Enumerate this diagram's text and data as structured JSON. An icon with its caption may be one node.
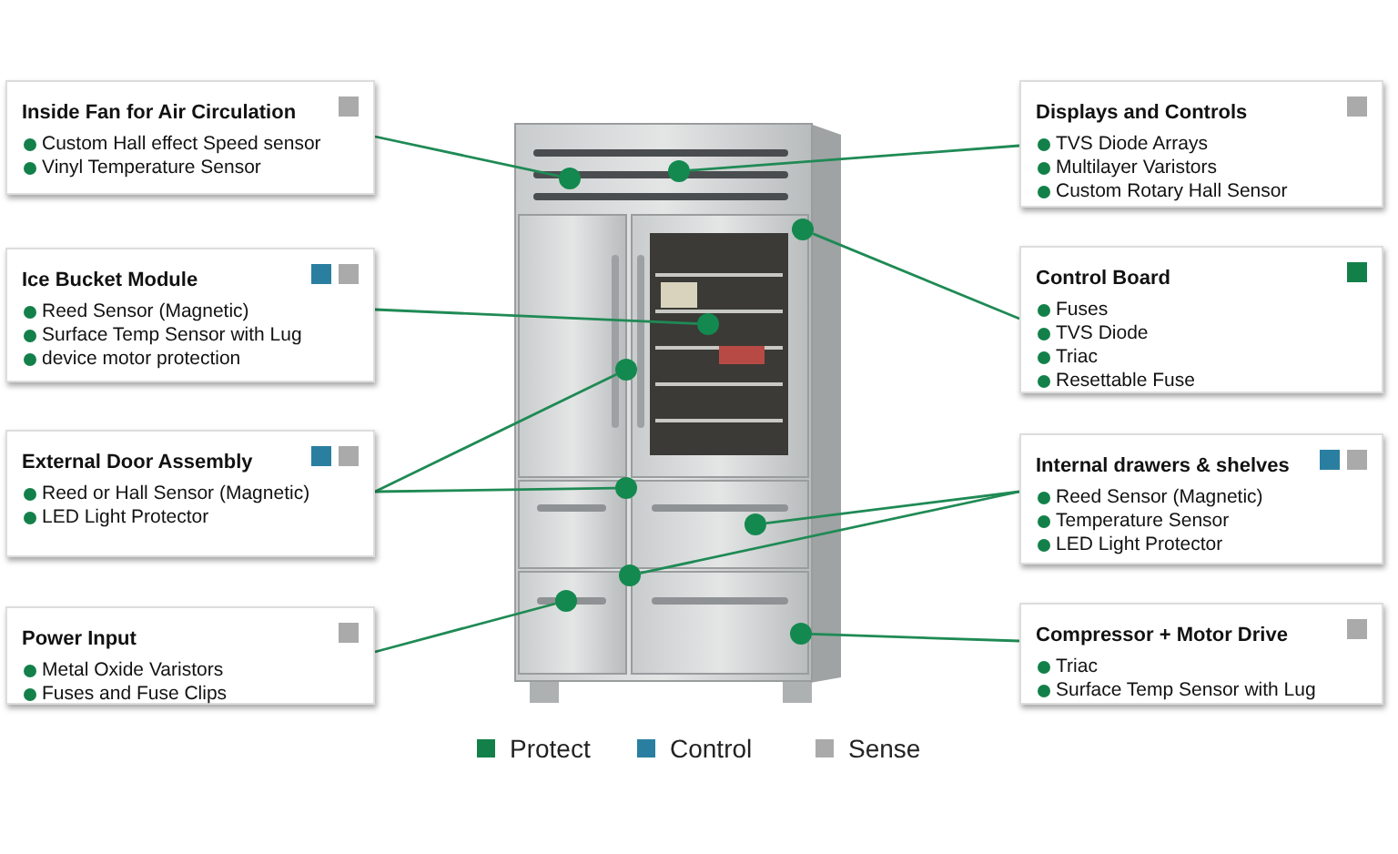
{
  "diagram": {
    "nodes": [
      {
        "text": [
          "Inside Fan for Air Circulation",
          "Custom Hall effect Speed sensor",
          "Vinyl Temperature Sensor"
        ]
      },
      {
        "text": [
          "Displays and Controls",
          "TVS Diode Arrays",
          "Multilayer Varistors",
          "Custom Rotary Hall Sensor"
        ]
      },
      {
        "text": [
          "Ice Bucket Module",
          "Reed Sensor (Magnetic)",
          "Surface Temp Sensor with Lug",
          "device motor protection"
        ]
      },
      {
        "text": [
          "Control Board",
          "Fuses",
          "TVS Diode",
          "Triac",
          "Resettable Fuse"
        ]
      },
      {
        "text": [
          "External Door Assembly",
          "Reed or Hall Sensor (Magnetic)",
          "LED Light Protector"
        ]
      },
      {
        "text": [
          "Internal drawers & shelves",
          "Reed Sensor (Magnetic)",
          "Temperature Sensor",
          "LED Light Protector"
        ]
      },
      {
        "text": [
          "Power Input",
          "Metal Oxide Varistors",
          "Fuses and Fuse Clips"
        ]
      },
      {
        "text": [
          "Compressor + Motor Drive",
          "Triac",
          "Surface Temp Sensor with Lug"
        ]
      },
      {
        "text": [],
        "shape": "circle"
      },
      {
        "text": [],
        "shape": "circle"
      },
      {
        "text": [],
        "shape": "circle"
      },
      {
        "text": [],
        "shape": "circle"
      },
      {
        "text": [],
        "shape": "circle"
      },
      {
        "text": [],
        "shape": "circle"
      },
      {
        "text": [],
        "shape": "circle"
      },
      {
        "text": [],
        "shape": "circle"
      },
      {
        "text": [],
        "shape": "circle"
      },
      {
        "text": [],
        "shape": "circle"
      }
    ],
    "edges": [
      {
        "from": 0,
        "to": 9,
        "arrow": "none"
      },
      {
        "from": 1,
        "to": 8,
        "arrow": "none"
      },
      {
        "from": 2,
        "to": 11,
        "arrow": "none"
      },
      {
        "from": 3,
        "to": 10,
        "arrow": "none"
      },
      {
        "from": 4,
        "to": 12,
        "arrow": "none"
      },
      {
        "from": 4,
        "to": 13,
        "arrow": "none"
      },
      {
        "from": 5,
        "to": 14,
        "arrow": "none"
      },
      {
        "from": 5,
        "to": 15,
        "arrow": "none"
      },
      {
        "from": 6,
        "to": 16,
        "arrow": "none"
      },
      {
        "from": 7,
        "to": 17,
        "arrow": "none"
      }
    ],
    "legend": [
      {
        "text": "Protect",
        "color": "#13804a"
      },
      {
        "text": "Control",
        "color": "#2a7fa0"
      },
      {
        "text": "Sense",
        "color": "#aaaaaa"
      }
    ]
  }
}
